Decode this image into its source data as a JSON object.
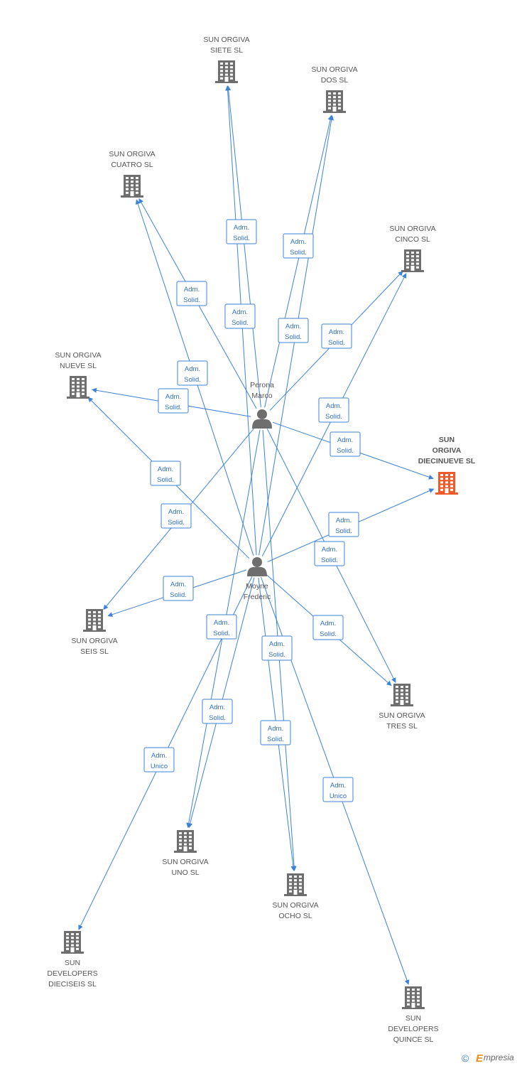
{
  "nodes": {
    "siete": {
      "type": "company",
      "lines": [
        "SUN ORGIVA",
        "SIETE SL"
      ]
    },
    "dos": {
      "type": "company",
      "lines": [
        "SUN ORGIVA",
        "DOS SL"
      ]
    },
    "cuatro": {
      "type": "company",
      "lines": [
        "SUN ORGIVA",
        "CUATRO SL"
      ]
    },
    "cinco": {
      "type": "company",
      "lines": [
        "SUN ORGIVA",
        "CINCO SL"
      ]
    },
    "nueve": {
      "type": "company",
      "lines": [
        "SUN ORGIVA",
        "NUEVE SL"
      ]
    },
    "diecinueve": {
      "type": "company",
      "highlight": true,
      "lines": [
        "SUN",
        "ORGIVA",
        "DIECINUEVE SL"
      ]
    },
    "seis": {
      "type": "company",
      "lines": [
        "SUN ORGIVA",
        "SEIS SL"
      ]
    },
    "tres": {
      "type": "company",
      "lines": [
        "SUN ORGIVA",
        "TRES SL"
      ]
    },
    "uno": {
      "type": "company",
      "lines": [
        "SUN ORGIVA",
        "UNO SL"
      ]
    },
    "ocho": {
      "type": "company",
      "lines": [
        "SUN ORGIVA",
        "OCHO SL"
      ]
    },
    "dieciseis": {
      "type": "company",
      "lines": [
        "SUN",
        "DEVELOPERS",
        "DIECISEIS SL"
      ]
    },
    "quince": {
      "type": "company",
      "lines": [
        "SUN",
        "DEVELOPERS",
        "QUINCE SL"
      ]
    },
    "perona": {
      "type": "person",
      "lines": [
        "Perona",
        "Marco"
      ]
    },
    "moyne": {
      "type": "person",
      "lines": [
        "Moyne",
        "Frederic"
      ]
    }
  },
  "edges": [
    {
      "from": "perona",
      "to": "siete",
      "label": [
        "Adm.",
        "Solid."
      ]
    },
    {
      "from": "perona",
      "to": "dos",
      "label": [
        "Adm.",
        "Solid."
      ]
    },
    {
      "from": "perona",
      "to": "cuatro",
      "label": [
        "Adm.",
        "Solid."
      ]
    },
    {
      "from": "perona",
      "to": "cinco",
      "label": [
        "Adm.",
        "Solid."
      ]
    },
    {
      "from": "perona",
      "to": "nueve",
      "label": [
        "Adm.",
        "Solid."
      ]
    },
    {
      "from": "perona",
      "to": "diecinueve",
      "label": [
        "Adm.",
        "Solid."
      ]
    },
    {
      "from": "perona",
      "to": "seis",
      "label": [
        "Adm.",
        "Solid."
      ]
    },
    {
      "from": "perona",
      "to": "tres",
      "label": [
        "Adm.",
        "Solid."
      ]
    },
    {
      "from": "perona",
      "to": "uno",
      "label": [
        "Adm.",
        "Solid."
      ]
    },
    {
      "from": "perona",
      "to": "ocho",
      "label": [
        "Adm.",
        "Solid."
      ]
    },
    {
      "from": "moyne",
      "to": "siete",
      "label": [
        "Adm.",
        "Solid."
      ]
    },
    {
      "from": "moyne",
      "to": "dos",
      "label": [
        "Adm.",
        "Solid."
      ]
    },
    {
      "from": "moyne",
      "to": "cuatro",
      "label": [
        "Adm.",
        "Solid."
      ]
    },
    {
      "from": "moyne",
      "to": "cinco",
      "label": [
        "Adm.",
        "Solid."
      ]
    },
    {
      "from": "moyne",
      "to": "nueve",
      "label": [
        "Adm.",
        "Solid."
      ]
    },
    {
      "from": "moyne",
      "to": "diecinueve",
      "label": [
        "Adm.",
        "Solid."
      ]
    },
    {
      "from": "moyne",
      "to": "seis",
      "label": [
        "Adm.",
        "Solid."
      ]
    },
    {
      "from": "moyne",
      "to": "tres",
      "label": [
        "Adm.",
        "Solid."
      ]
    },
    {
      "from": "moyne",
      "to": "uno",
      "label": [
        "Adm.",
        "Solid."
      ]
    },
    {
      "from": "moyne",
      "to": "ocho",
      "label": [
        "Adm.",
        "Solid."
      ]
    },
    {
      "from": "moyne",
      "to": "dieciseis",
      "label": [
        "Adm.",
        "Unico"
      ]
    },
    {
      "from": "moyne",
      "to": "quince",
      "label": [
        "Adm.",
        "Unico"
      ]
    }
  ],
  "colors": {
    "edge": "#3b83d6",
    "company_icon": "#6e6e6e",
    "highlight_icon": "#f05a28",
    "person_icon": "#6e6e6e"
  },
  "footer": {
    "copyright_symbol": "©",
    "brand_initial": "E",
    "brand_rest": "mpresia"
  }
}
